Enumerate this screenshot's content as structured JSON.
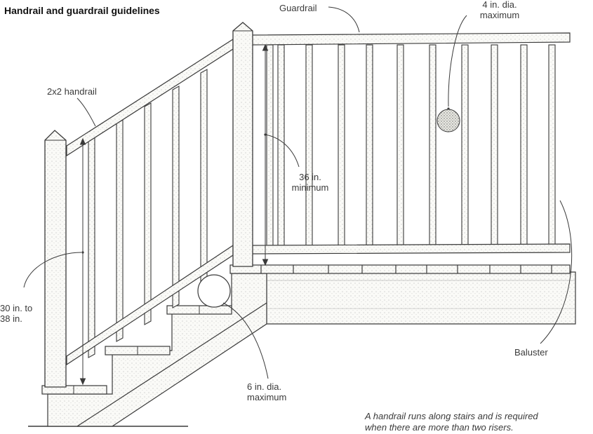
{
  "title": "Handrail and guardrail guidelines",
  "labels": {
    "guardrail": "Guardrail",
    "sphere_4in_line1": "4 in. dia.",
    "sphere_4in_line2": "maximum",
    "handrail": "2x2 handrail",
    "height_36_line1": "36 in.",
    "height_36_line2": "minimum",
    "height_30_38_line1": "30 in. to",
    "height_30_38_line2": "38 in.",
    "baluster": "Baluster",
    "sphere_6in_line1": "6 in. dia.",
    "sphere_6in_line2": "maximum"
  },
  "caption": {
    "line1": "A handrail runs along stairs and is required",
    "line2": "when there are more than two risers."
  },
  "colors": {
    "ink": "#3a3a3a",
    "wood_fill": "#ffffff",
    "deck_fill": "#f4f4f0"
  }
}
